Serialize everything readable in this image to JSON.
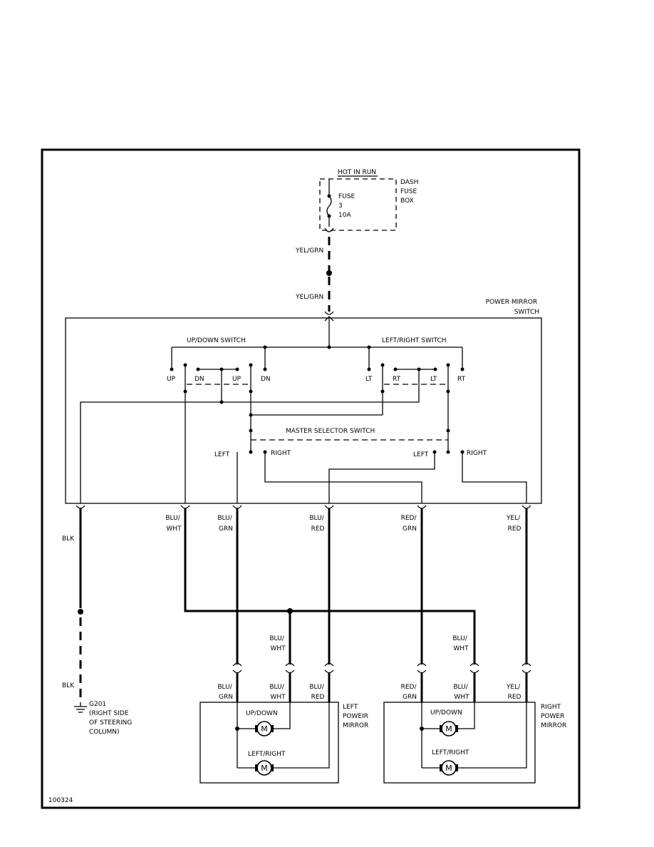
{
  "diagram": {
    "figure_id": "100324",
    "fuse_box": {
      "header": "HOT IN RUN",
      "name_lines": [
        "DASH",
        "FUSE",
        "BOX"
      ],
      "fuse_lines": [
        "FUSE",
        "3",
        "10A"
      ]
    },
    "feed_wire_labels": [
      "YEL/GRN",
      "YEL/GRN"
    ],
    "switch_box": {
      "title_lines": [
        "POWER MIRROR",
        "SWITCH"
      ],
      "updown_label": "UP/DOWN SWITCH",
      "leftright_label": "LEFT/RIGHT SWITCH",
      "master_label": "MASTER SELECTOR SWITCH",
      "contacts": {
        "up1": "UP",
        "dn1": "DN",
        "up2": "UP",
        "dn2": "DN",
        "lt1": "LT",
        "rt1": "RT",
        "lt2": "LT",
        "rt2": "RT",
        "left1": "LEFT",
        "right1": "RIGHT",
        "left2": "LEFT",
        "right2": "RIGHT"
      }
    },
    "connector_labels": {
      "blk": "BLK",
      "c1": [
        "BLU/",
        "WHT"
      ],
      "c2": [
        "BLU/",
        "GRN"
      ],
      "c3": [
        "BLU/",
        "RED"
      ],
      "c4": [
        "RED/",
        "GRN"
      ],
      "c5": [
        "YEL/",
        "RED"
      ]
    },
    "junction_labels": {
      "left": [
        "BLU/",
        "WHT"
      ],
      "right": [
        "BLU/",
        "WHT"
      ]
    },
    "ground": {
      "wire": "BLK",
      "id": "G201",
      "desc_lines": [
        "(RIGHT SIDE",
        "OF STEERING",
        "COLUMN)"
      ]
    },
    "left_mirror": {
      "title_lines": [
        "LEFT",
        "POWEIR",
        "MIRROR"
      ],
      "updown": "UP/DOWN",
      "leftright": "LEFT/RIGHT",
      "wire_labels": [
        [
          "BLU/",
          "GRN"
        ],
        [
          "BLU/",
          "WHT"
        ],
        [
          "BLU/",
          "RED"
        ]
      ]
    },
    "right_mirror": {
      "title_lines": [
        "RIGHT",
        "POWER",
        "MIRROR"
      ],
      "updown": "UP/DOWN",
      "leftright": "LEFT/RIGHT",
      "wire_labels": [
        [
          "RED/",
          "GRN"
        ],
        [
          "BLU/",
          "WHT"
        ],
        [
          "YEL/",
          "RED"
        ]
      ]
    },
    "motor_symbol": "M"
  }
}
